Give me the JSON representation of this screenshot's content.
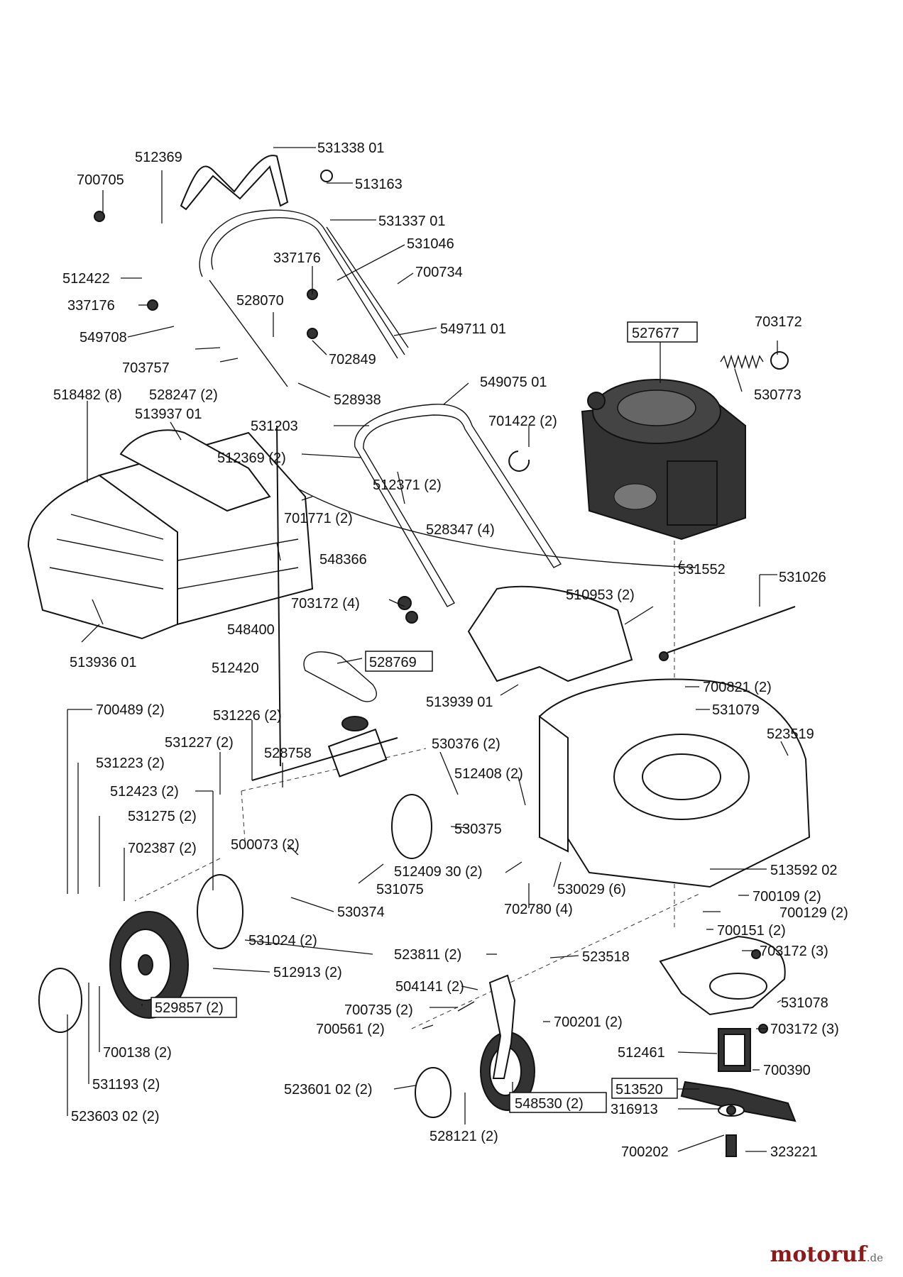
{
  "labels": [
    "531338 01",
    "513163",
    "512369",
    "700705",
    "531337 01",
    "531046",
    "337176",
    "700734",
    "512422",
    "337176",
    "528070",
    "549711 01",
    "549708",
    "703172",
    "527677",
    "703757",
    "702849",
    "528247 (2)",
    "528938",
    "530773",
    "518482 (8)",
    "549075 01",
    "513937 01",
    "531203",
    "701422 (2)",
    "512369 (2)",
    "512371 (2)",
    "701771 (2)",
    "528347 (4)",
    "548366",
    "531552",
    "531026",
    "703172 (4)",
    "510953 (2)",
    "548400",
    "513936 01",
    "528769",
    "512420",
    "513939 01",
    "700821 (2)",
    "531079",
    "700489 (2)",
    "531226 (2)",
    "523519",
    "531227 (2)",
    "528758",
    "530376 (2)",
    "531223 (2)",
    "512408 (2)",
    "512423 (2)",
    "531275 (2)",
    "530375",
    "500073 (2)",
    "702387 (2)",
    "512409 30 (2)",
    "513592 02",
    "531075",
    "530029 (6)",
    "700109 (2)",
    "530374",
    "702780 (4)",
    "700129 (2)",
    "531024 (2)",
    "700151 (2)",
    "523811 (2)",
    "523518",
    "703172 (3)",
    "512913 (2)",
    "504141 (2)",
    "531078",
    "529857 (2)",
    "700735 (2)",
    "700201 (2)",
    "700561 (2)",
    "703172 (3)",
    "512461",
    "700138 (2)",
    "700390",
    "531193 (2)",
    "513520",
    "523601 02 (2)",
    "316913",
    "523603 02 (2)",
    "548530 (2)",
    "528121 (2)",
    "700202",
    "323221"
  ],
  "watermark": {
    "name": "motoruf",
    "tld": ".de"
  }
}
